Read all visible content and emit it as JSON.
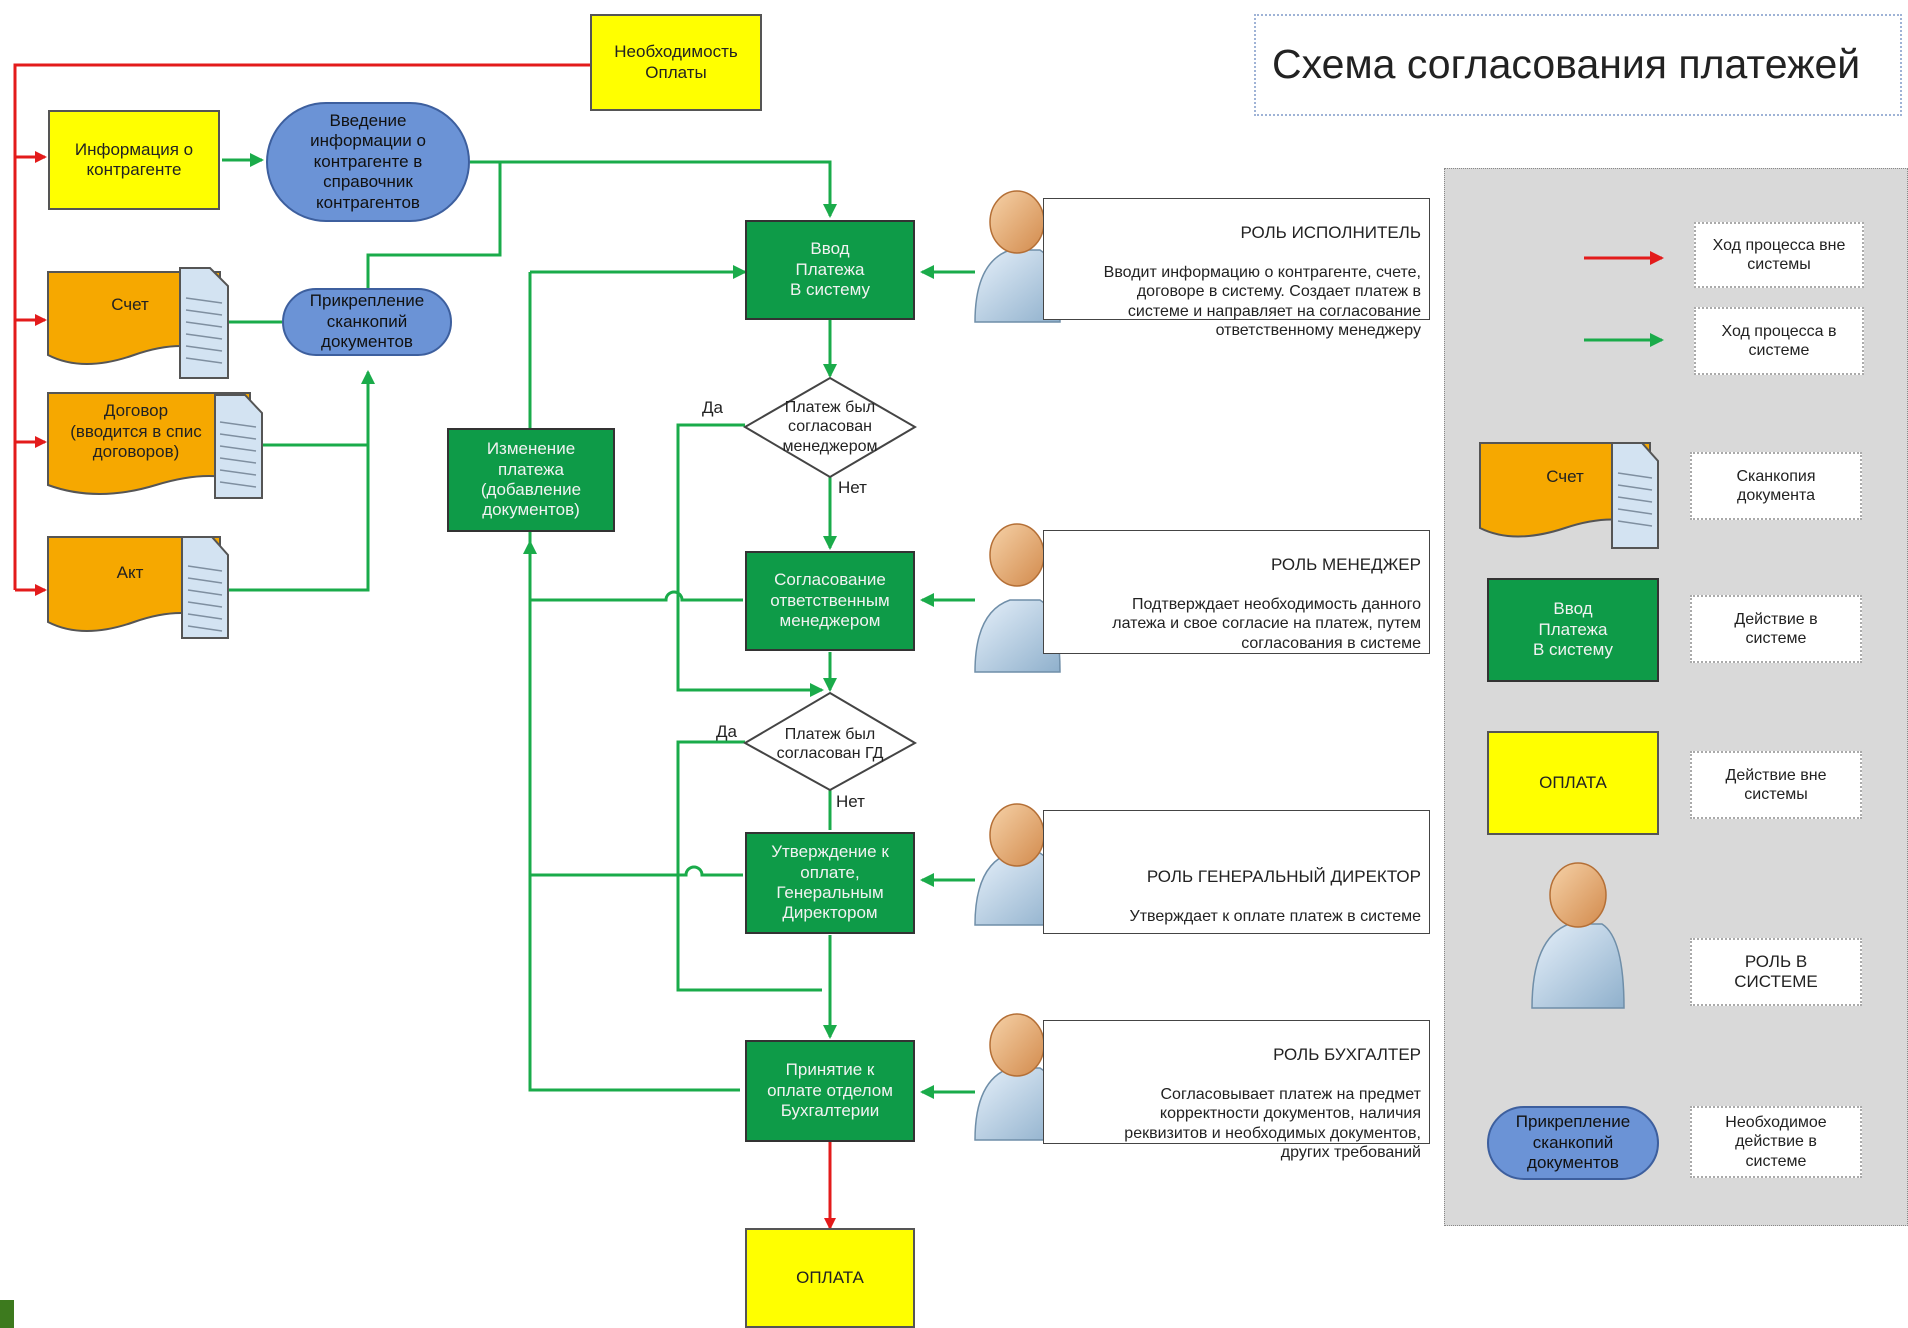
{
  "title": "Схема согласования платежей",
  "nodes": {
    "need_payment": "Необходимость\nОплаты",
    "counterparty_info": "Информация о\nконтрагенте",
    "enter_counterparty": "Введение\nинформации о\nконтрагенте в\nсправочник\nконтрагентов",
    "invoice_doc": "Счет",
    "attach_scans": "Прикрепление\nсканкопий\nдокументов",
    "contract_doc": "Договор\n(вводится в спис\nдоговоров)",
    "act_doc": "Акт",
    "change_payment": "Изменение\nплатежа\n(добавление\nдокументов)",
    "enter_payment": "Ввод\nПлатежа\nВ систему",
    "manager_decision": "Платеж был\nсогласован\nменеджером",
    "manager_approval": "Согласование\nответственным\nменеджером",
    "ceo_decision": "Платеж был\nсогласован ГД",
    "ceo_approval": "Утверждение к\nоплате,\nГенеральным\nДиректором",
    "accounting_accept": "Принятие к\nоплате отделом\nБухгалтерии",
    "payment": "ОПЛАТА"
  },
  "edge_labels": {
    "yes1": "Да",
    "no1": "Нет",
    "yes2": "Да",
    "no2": "Нет"
  },
  "roles": [
    {
      "title": "РОЛЬ ИСПОЛНИТЕЛЬ",
      "text": "Вводит информацию о контрагенте, счете,\nдоговоре в систему. Создает платеж в\nсистеме и направляет на согласование\nответственному менеджеру"
    },
    {
      "title": "РОЛЬ МЕНЕДЖЕР",
      "text": "Подтверждает необходимость данного\nлатежа и свое согласие на платеж, путем\nсогласования в системе"
    },
    {
      "title": "РОЛЬ ГЕНЕРАЛЬНЫЙ ДИРЕКТОР",
      "text": "Утверждает к оплате платеж в системе"
    },
    {
      "title": "РОЛЬ БУХГАЛТЕР",
      "text": "Согласовывает платеж на предмет\nкорректности документов, наличия\nреквизитов и необходимых документов,\nдругих требований"
    }
  ],
  "legend": {
    "red_arrow": "Ход процесса вне\nсистемы",
    "green_arrow": "Ход процесса в\nсистеме",
    "doc_sample": "Счет",
    "doc_caption": "Сканкопия\nдокумента",
    "green_sample": "Ввод\nПлатежа\nВ систему",
    "green_caption": "Действие в\nсистеме",
    "yellow_sample": "ОПЛАТА",
    "yellow_caption": "Действие вне\nсистемы",
    "role_caption": "РОЛЬ В\nСИСТЕМЕ",
    "blue_sample": "Прикрепление\nсканкопий\nдокументов",
    "blue_caption": "Необходимое\nдействие в\nсистеме"
  },
  "colors": {
    "red_flow": "#e31b1b",
    "green_flow": "#1aab4a",
    "action_in_system": "#0e9b48",
    "action_outside": "#ffff00",
    "document": "#f6a800",
    "required_action": "#6b93d6"
  }
}
